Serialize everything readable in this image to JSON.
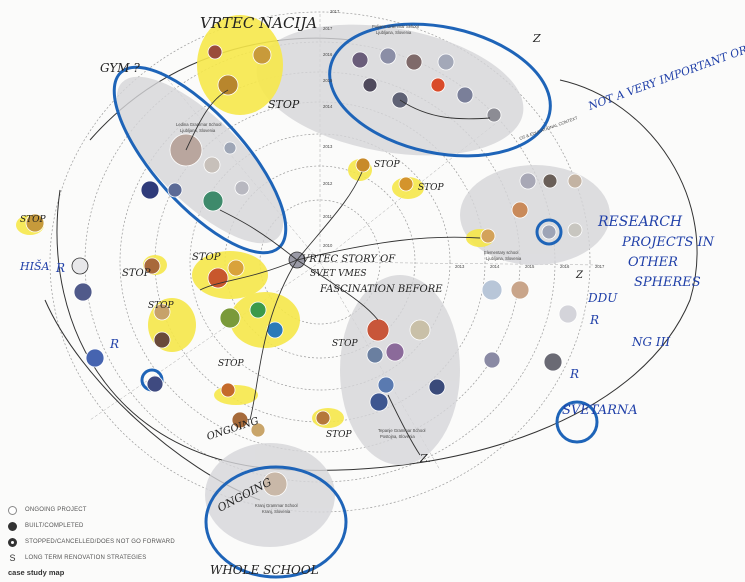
{
  "header": {
    "year_top": "2017"
  },
  "years_left": [
    "2017",
    "2016",
    "2015",
    "2014",
    "2013",
    "2012",
    "2011",
    "2010"
  ],
  "years_right": [
    "2013",
    "2014",
    "2015",
    "2016",
    "2017"
  ],
  "clusters": {
    "ljubljana_top": {
      "title": "Poljane Grammar School",
      "location": "Ljubljana, Slovenia"
    },
    "ljubljana_left": {
      "title": "Ledina Grammar School",
      "location": "Ljubljana, Slovenia"
    },
    "kranj": {
      "title": "Kranj Grammar School",
      "location": "Kranj, Slovenia"
    },
    "postojna": {
      "title": "Tepanje Grammar School",
      "location": "Postojna, Slovenia"
    },
    "right": {
      "title": "Elementary school",
      "location": "Ljubljana, Slovenia"
    },
    "educational_context": "OS & EDUCATIONAL CONTEXT"
  },
  "annotations": {
    "vrtec": "VRTEC NACIJA",
    "gym": "GYM ?",
    "stop": "STOP",
    "stop_upper": "STOP",
    "stop_left": "STOP",
    "stop_mid": "STOP",
    "stop_bottom": "STOP",
    "stop_bl": "STOP",
    "stop_lower": "STOP",
    "stop_center": "STOP",
    "stop_right": "STOP",
    "stop_far_left": "STOP",
    "ongoing_left": "ONGOING",
    "ongoing_bottom": "ONGOING",
    "whole_school": "WHOLE SCHOOL",
    "not_important": "NOT A VERY IMPORTANT OR IS IT?",
    "research_1": "RESEARCH",
    "research_2": "PROJECTS IN",
    "research_3": "OTHER",
    "research_4": "SPHERES",
    "center_1": "VRTEC STORY OF",
    "center_2": "SVET VMES",
    "center_3": "FASCINATION BEFORE",
    "hisa": "HIŠA",
    "ddu": "DDU",
    "ng": "NG III",
    "svetarna": "SVETARNA",
    "r_marks": [
      "R",
      "R",
      "R",
      "R"
    ],
    "z_top": "Z",
    "z_bottom": "Z.",
    "z_marks": "Z"
  },
  "legend": [
    {
      "marker": "open",
      "label": "ONGOING PROJECT"
    },
    {
      "marker": "built",
      "label": "BUILT/COMPLETED"
    },
    {
      "marker": "stop",
      "label": "STOPPED/CANCELLED/DOES NOT GO FORWARD"
    },
    {
      "marker": "S",
      "label": "LONG TERM RENOVATION STRATEGIES"
    }
  ],
  "caption": "case study map",
  "colors": {
    "blue_marker": "#1e64b8",
    "yellow_highlight": "#f6e84a",
    "grey_fill": "#d6d6d9"
  }
}
